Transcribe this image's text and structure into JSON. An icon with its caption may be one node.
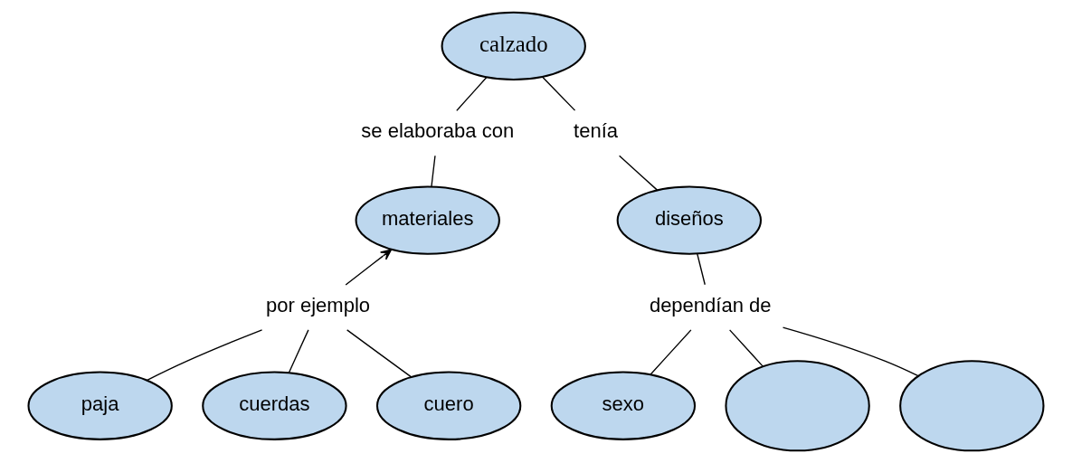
{
  "diagram": {
    "nodes": [
      {
        "text": [
          "calzado"
        ]
      },
      {
        "text": [
          "se elaboraba con"
        ]
      },
      {
        "text": [
          "tenía"
        ]
      },
      {
        "text": [
          "materiales"
        ]
      },
      {
        "text": [
          "diseños"
        ]
      },
      {
        "text": [
          "por ejemplo"
        ]
      },
      {
        "text": [
          "dependían de"
        ]
      },
      {
        "text": [
          "paja"
        ]
      },
      {
        "text": [
          "cuerdas"
        ]
      },
      {
        "text": [
          "cuero"
        ]
      },
      {
        "text": [
          "sexo"
        ]
      },
      {
        "text": [],
        "shape": "ellipse"
      },
      {
        "text": [],
        "shape": "ellipse"
      }
    ],
    "edges": [
      {
        "from": 0,
        "to": 1,
        "arrow": "none"
      },
      {
        "from": 0,
        "to": 2,
        "arrow": "none"
      },
      {
        "from": 1,
        "to": 3,
        "arrow": "none"
      },
      {
        "from": 2,
        "to": 4,
        "arrow": "none"
      },
      {
        "from": 5,
        "to": 3,
        "arrow": "to"
      },
      {
        "from": 4,
        "to": 6,
        "arrow": "none"
      },
      {
        "from": 5,
        "to": 7,
        "arrow": "none"
      },
      {
        "from": 5,
        "to": 8,
        "arrow": "none"
      },
      {
        "from": 5,
        "to": 9,
        "arrow": "none"
      },
      {
        "from": 6,
        "to": 10,
        "arrow": "none"
      },
      {
        "from": 6,
        "to": 11,
        "arrow": "none"
      },
      {
        "from": 6,
        "to": 12,
        "arrow": "none"
      }
    ]
  }
}
